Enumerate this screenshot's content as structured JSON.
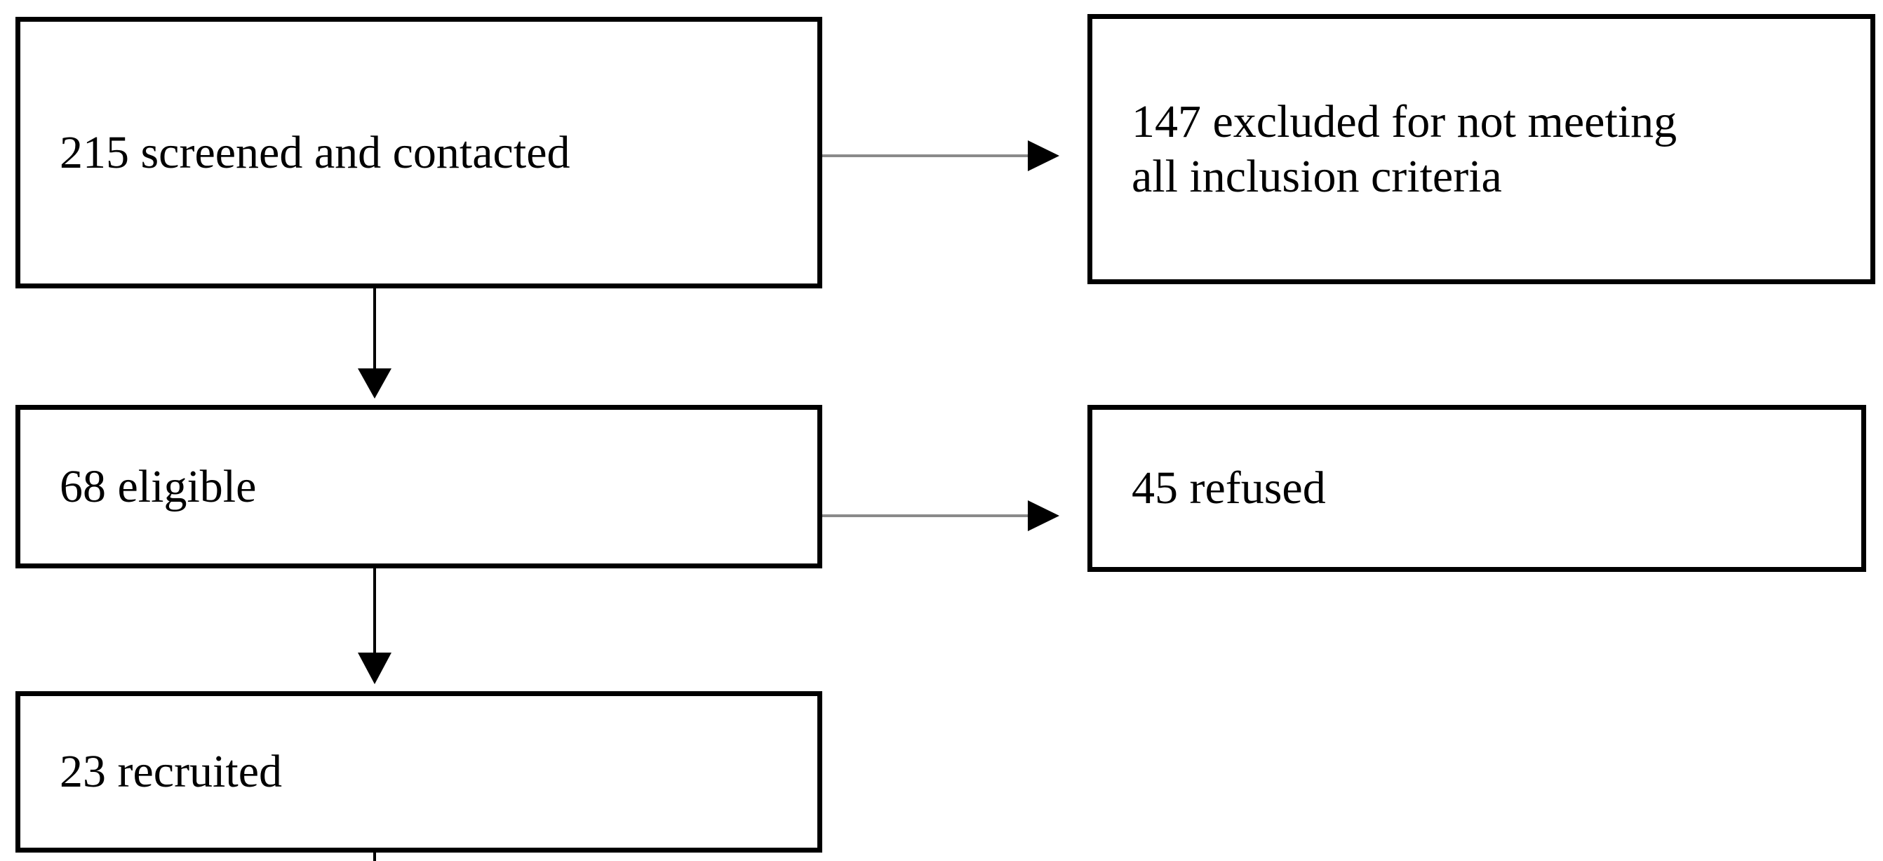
{
  "flowchart": {
    "screened": "215 screened and contacted",
    "excluded": "147 excluded for not meeting\nall inclusion criteria",
    "eligible": "68 eligible",
    "refused": "45 refused",
    "recruited": "23 recruited"
  },
  "colors": {
    "box_border": "#000000",
    "vertical_arrow": "#000000",
    "side_arrow": "#8a8a8a"
  }
}
